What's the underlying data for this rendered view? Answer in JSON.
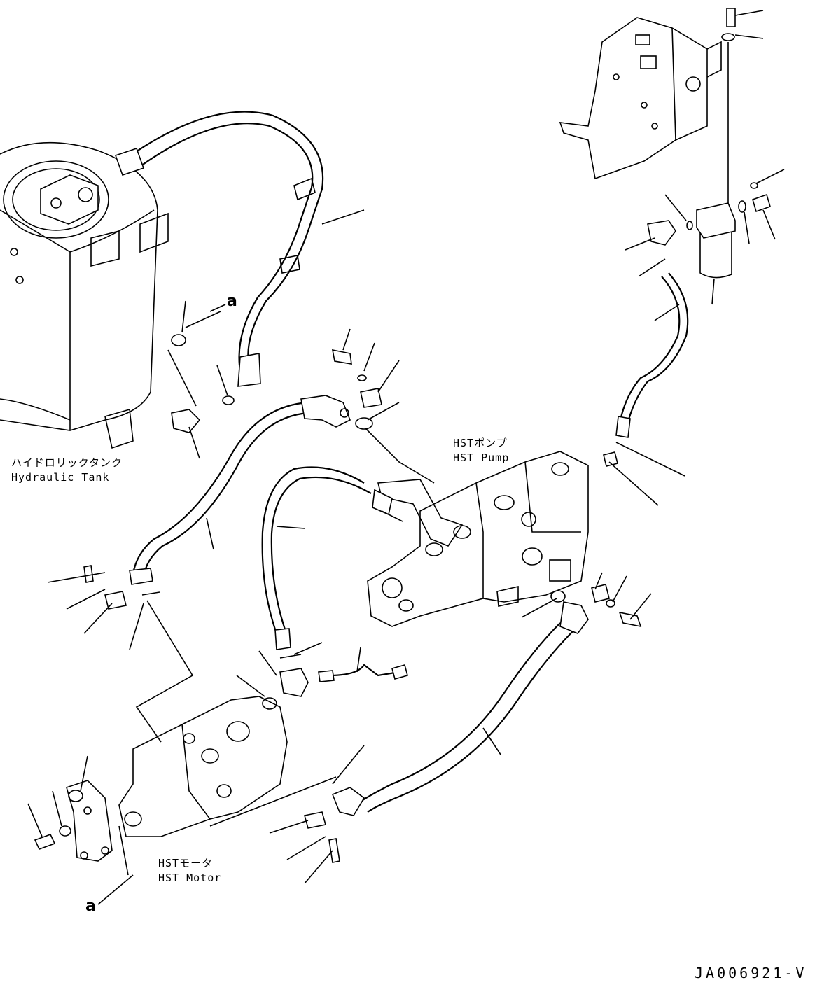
{
  "labels": {
    "hydraulic_tank_jp": "ハイドロリックタンク",
    "hydraulic_tank_en": "Hydraulic Tank",
    "hst_pump_jp": "HSTポンプ",
    "hst_pump_en": "HST Pump",
    "hst_motor_jp": "HSTモータ",
    "hst_motor_en": "HST Motor"
  },
  "callouts": {
    "a_top": "a",
    "a_bottom": "a"
  },
  "drawing_code": "JA006921-V",
  "colors": {
    "ink": "#000000",
    "paper": "#ffffff"
  }
}
